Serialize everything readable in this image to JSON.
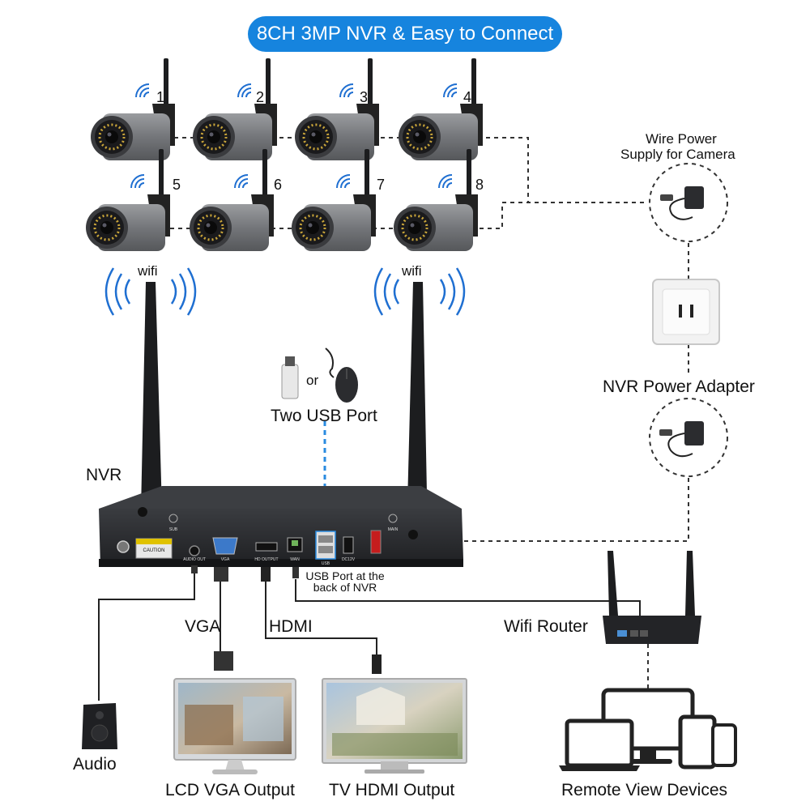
{
  "title": "8CH 3MP NVR & Easy to Connect",
  "cameras": {
    "numbers": [
      "1",
      "2",
      "3",
      "4",
      "5",
      "6",
      "7",
      "8"
    ]
  },
  "labels": {
    "wifi_left": "wifi",
    "wifi_right": "wifi",
    "or": "or",
    "two_usb_port": "Two USB Port",
    "nvr": "NVR",
    "wire_power": "Wire Power",
    "supply_for_camera": "Supply for Camera",
    "nvr_power_adapter": "NVR Power Adapter",
    "usb_port_back_line1": "USB Port at the",
    "usb_port_back_line2": "back of NVR",
    "vga": "VGA",
    "hdmi": "HDMI",
    "wifi_router": "Wifi Router",
    "audio": "Audio",
    "lcd_vga_output": "LCD VGA Output",
    "tv_hdmi_output": "TV HDMI Output",
    "remote_view_devices": "Remote View Devices"
  },
  "nvr_panel": {
    "caution": "CAUTION",
    "audio_out": "AUDIO OUT",
    "vga": "VGA",
    "hd_output": "HD OUTPUT",
    "wan": "WAN",
    "usb": "USB",
    "dc12v": "DC12V",
    "sub": "SUB",
    "main": "MAIN"
  },
  "colors": {
    "accent": "#1684de",
    "dashed_line": "#333333",
    "usb_line": "#2a8be0",
    "wifi_waves": "#1f6fd1",
    "nvr_body": "#2b2d30",
    "camera_body": "#7d7f82"
  }
}
